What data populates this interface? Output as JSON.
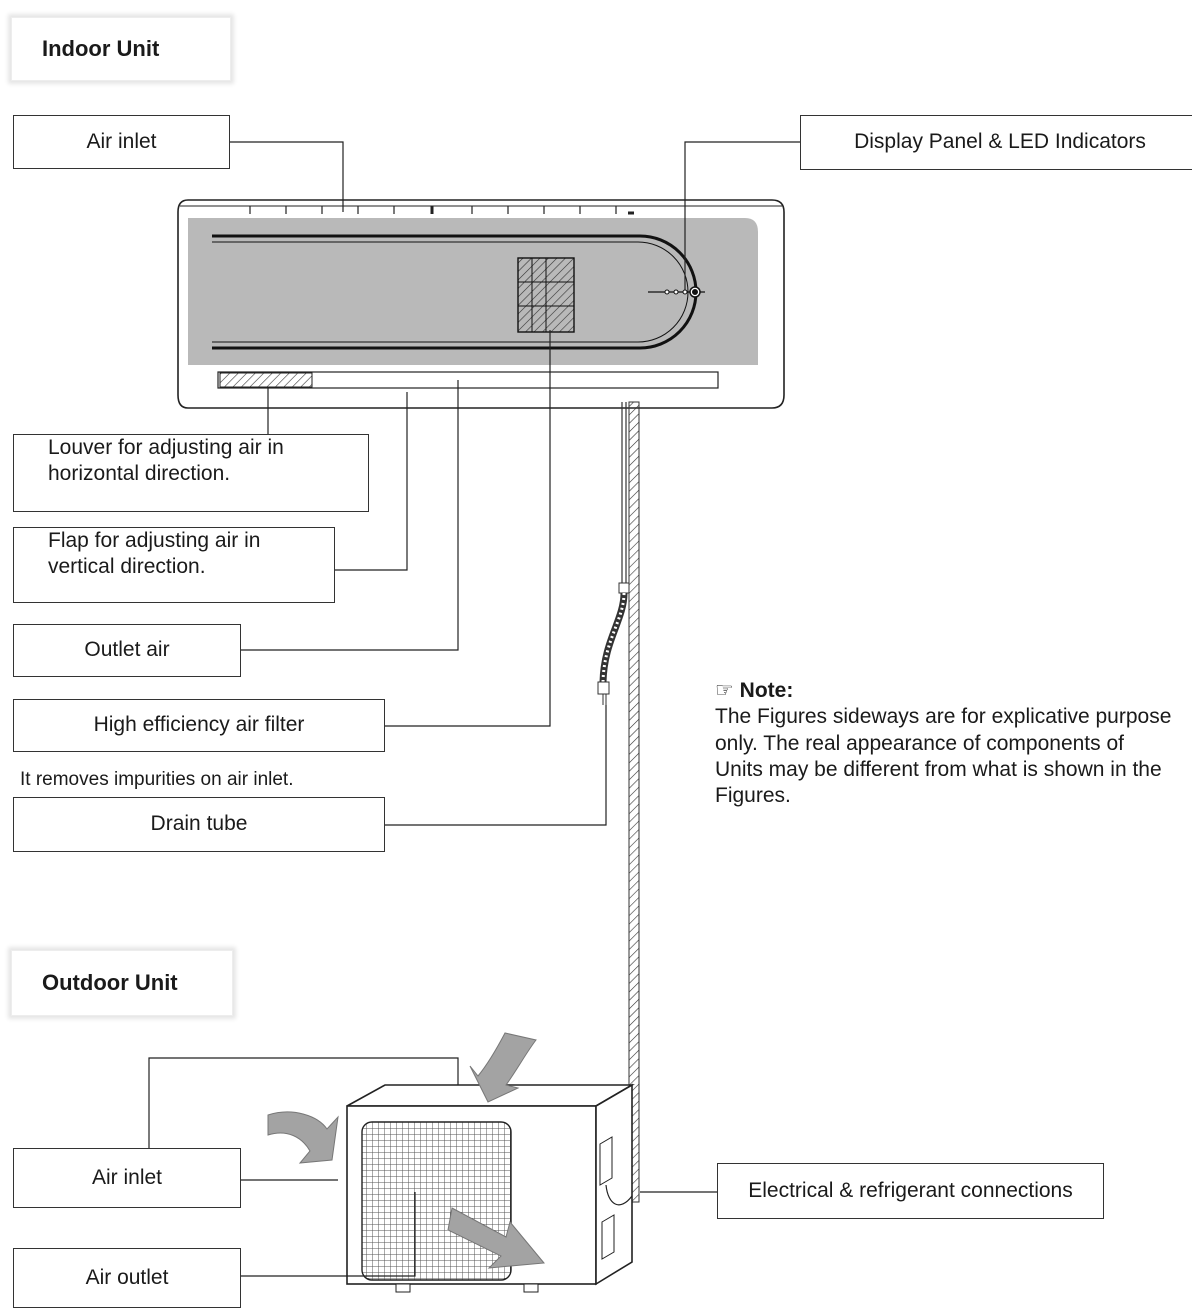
{
  "indoor": {
    "title": "Indoor Unit",
    "air_inlet": "Air inlet",
    "display_panel": "Display Panel & LED Indicators",
    "louver": [
      "Louver for adjusting air in",
      "horizontal direction."
    ],
    "flap": [
      "Flap for adjusting air in",
      "vertical direction."
    ],
    "outlet_air": "Outlet air",
    "filter": "High efficiency air filter",
    "filter_note": "It removes impurities on air inlet.",
    "drain_tube": "Drain tube"
  },
  "outdoor": {
    "title": "Outdoor Unit",
    "air_inlet": "Air inlet",
    "air_outlet": "Air outlet",
    "connections": "Electrical & refrigerant connections"
  },
  "note": {
    "icon": "pointing-hand-icon",
    "title": "Note:",
    "lines": [
      "The Figures sideways are for explicative purpose",
      "only. The real appearance of components of",
      "Units may be different from what is shown in the",
      "Figures."
    ]
  }
}
